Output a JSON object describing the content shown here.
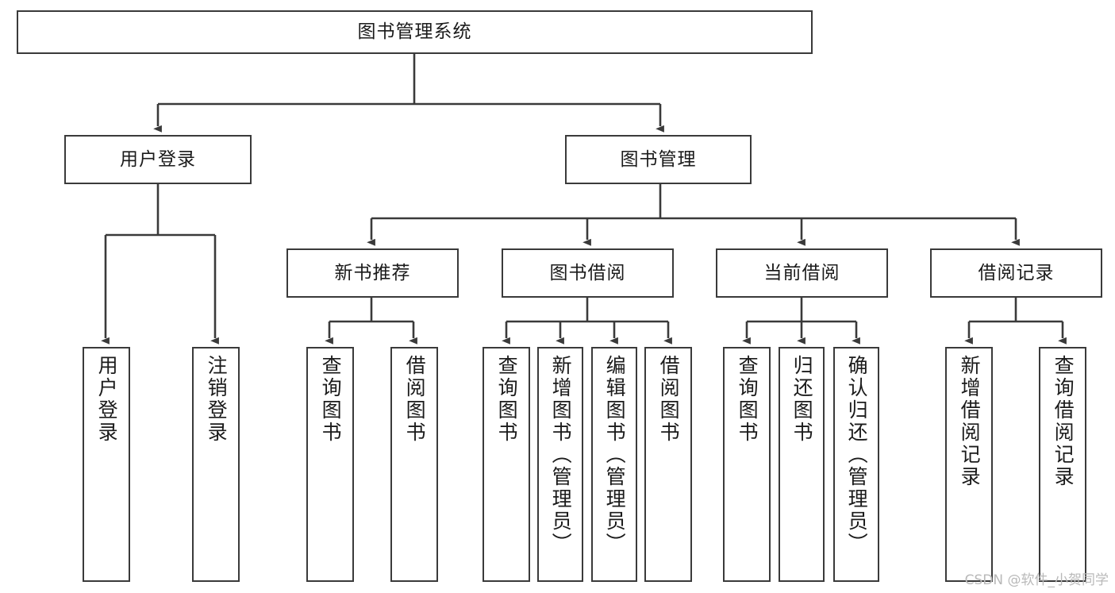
{
  "diagram": {
    "title": "图书管理系统",
    "watermark": "CSDN @软件_小贺同学",
    "line_color": "#3a3a3a",
    "box_fill": "#ffffff",
    "text_color": "#1b1b1b",
    "watermark_color": "#b9b9b9",
    "root": {
      "label": "图书管理系统"
    },
    "level2": [
      {
        "label": "用户登录"
      },
      {
        "label": "图书管理"
      }
    ],
    "level3": [
      {
        "label": "新书推荐"
      },
      {
        "label": "图书借阅"
      },
      {
        "label": "当前借阅"
      },
      {
        "label": "借阅记录"
      }
    ],
    "leaves": {
      "user_login": [
        {
          "label": "用户登录"
        },
        {
          "label": "注销登录"
        }
      ],
      "new_book_recommend": [
        {
          "label": "查询图书"
        },
        {
          "label": "借阅图书"
        }
      ],
      "book_borrow": [
        {
          "label": "查询图书"
        },
        {
          "label": "新增图书（管理员）"
        },
        {
          "label": "编辑图书（管理员）"
        },
        {
          "label": "借阅图书"
        }
      ],
      "current_borrow": [
        {
          "label": "查询图书"
        },
        {
          "label": "归还图书"
        },
        {
          "label": "确认归还（管理员）"
        }
      ],
      "borrow_record": [
        {
          "label": "新增借阅记录"
        },
        {
          "label": "查询借阅记录"
        }
      ]
    }
  }
}
